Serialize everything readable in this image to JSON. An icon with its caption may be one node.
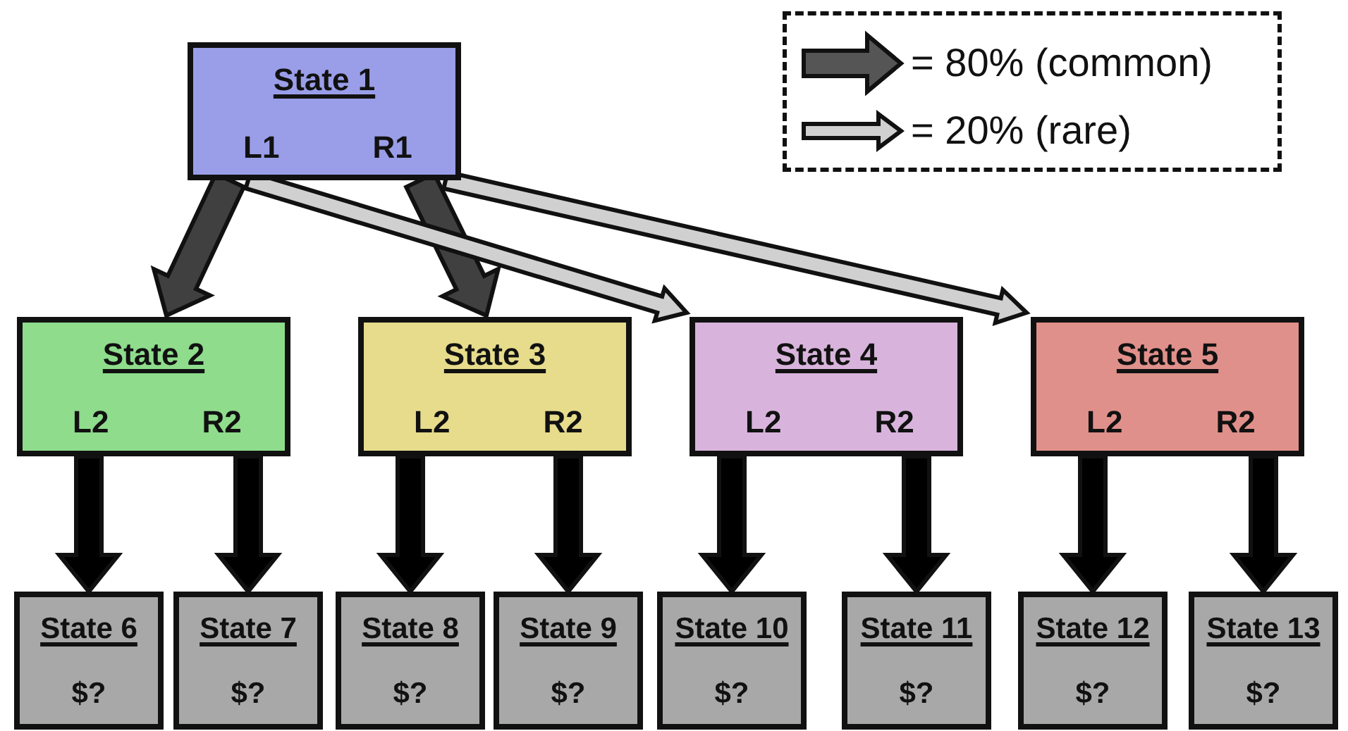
{
  "diagram": {
    "nodes": [
      {
        "text": [
          "State 1",
          "L1",
          "R1"
        ]
      },
      {
        "text": [
          "State 2",
          "L2",
          "R2"
        ]
      },
      {
        "text": [
          "State 3",
          "L2",
          "R2"
        ]
      },
      {
        "text": [
          "State 4",
          "L2",
          "R2"
        ]
      },
      {
        "text": [
          "State 5",
          "L2",
          "R2"
        ]
      },
      {
        "text": [
          "State 6",
          "$?"
        ]
      },
      {
        "text": [
          "State 7",
          "$?"
        ]
      },
      {
        "text": [
          "State 8",
          "$?"
        ]
      },
      {
        "text": [
          "State 9",
          "$?"
        ]
      },
      {
        "text": [
          "State 10",
          "$?"
        ]
      },
      {
        "text": [
          "State 11",
          "$?"
        ]
      },
      {
        "text": [
          "State 12",
          "$?"
        ]
      },
      {
        "text": [
          "State 13",
          "$?"
        ]
      }
    ],
    "edges": [
      {
        "from": 0,
        "to": 1,
        "arrow": "to",
        "color": "#404040"
      },
      {
        "from": 0,
        "to": 2,
        "arrow": "to",
        "color": "#404040"
      },
      {
        "from": 0,
        "to": 3,
        "arrow": "to",
        "color": "#d0d0d0"
      },
      {
        "from": 0,
        "to": 4,
        "arrow": "to",
        "color": "#d0d0d0"
      },
      {
        "from": 1,
        "to": 5,
        "arrow": "to"
      },
      {
        "from": 1,
        "to": 6,
        "arrow": "to"
      },
      {
        "from": 2,
        "to": 7,
        "arrow": "to"
      },
      {
        "from": 2,
        "to": 8,
        "arrow": "to"
      },
      {
        "from": 3,
        "to": 9,
        "arrow": "to"
      },
      {
        "from": 3,
        "to": 10,
        "arrow": "to"
      },
      {
        "from": 4,
        "to": 11,
        "arrow": "to"
      },
      {
        "from": 4,
        "to": 12,
        "arrow": "to"
      }
    ],
    "legend": [
      {
        "text": "= 80% (common)"
      },
      {
        "text": "= 20% (rare)"
      }
    ]
  }
}
